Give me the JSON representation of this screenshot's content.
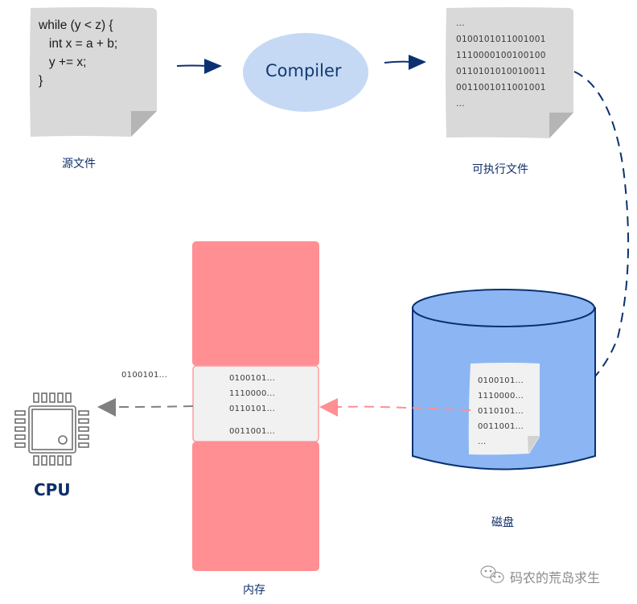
{
  "source_file": {
    "caption": "源文件",
    "code_lines": [
      "while (y < z) {",
      "   int x = a + b;",
      "   y += x;",
      "}"
    ]
  },
  "compiler": {
    "label": "Compiler"
  },
  "executable_file": {
    "caption": "可执行文件",
    "lines": [
      "...",
      "0100101011001001",
      "1110000100100100",
      "0110101010010011",
      "0011001011001001",
      "..."
    ]
  },
  "disk": {
    "caption": "磁盘",
    "file_lines": [
      "0100101...",
      "1110000...",
      "0110101...",
      "0011001...",
      "..."
    ]
  },
  "memory": {
    "caption": "内存",
    "lines": [
      "0100101...",
      "1110000...",
      "0110101...",
      "0011001..."
    ]
  },
  "cpu": {
    "label": "CPU",
    "incoming_data": "0100101..."
  },
  "watermark": {
    "text": "码农的荒岛求生",
    "icon": "wechat-icon"
  },
  "colors": {
    "page_fill": "#d9d9d9",
    "page_fold": "#b5b5b5",
    "compiler_fill": "#c5d9f5",
    "arrow_navy": "#0b3170",
    "disk_fill": "#8cb6f3",
    "disk_stroke": "#0b3170",
    "memory_fill": "#ff8f92",
    "memory_slot_fill": "#f1f1f1",
    "pink_arrow": "#ff8f92",
    "gray_arrow": "#808080",
    "cpu_icon": "#6e6e6e"
  }
}
